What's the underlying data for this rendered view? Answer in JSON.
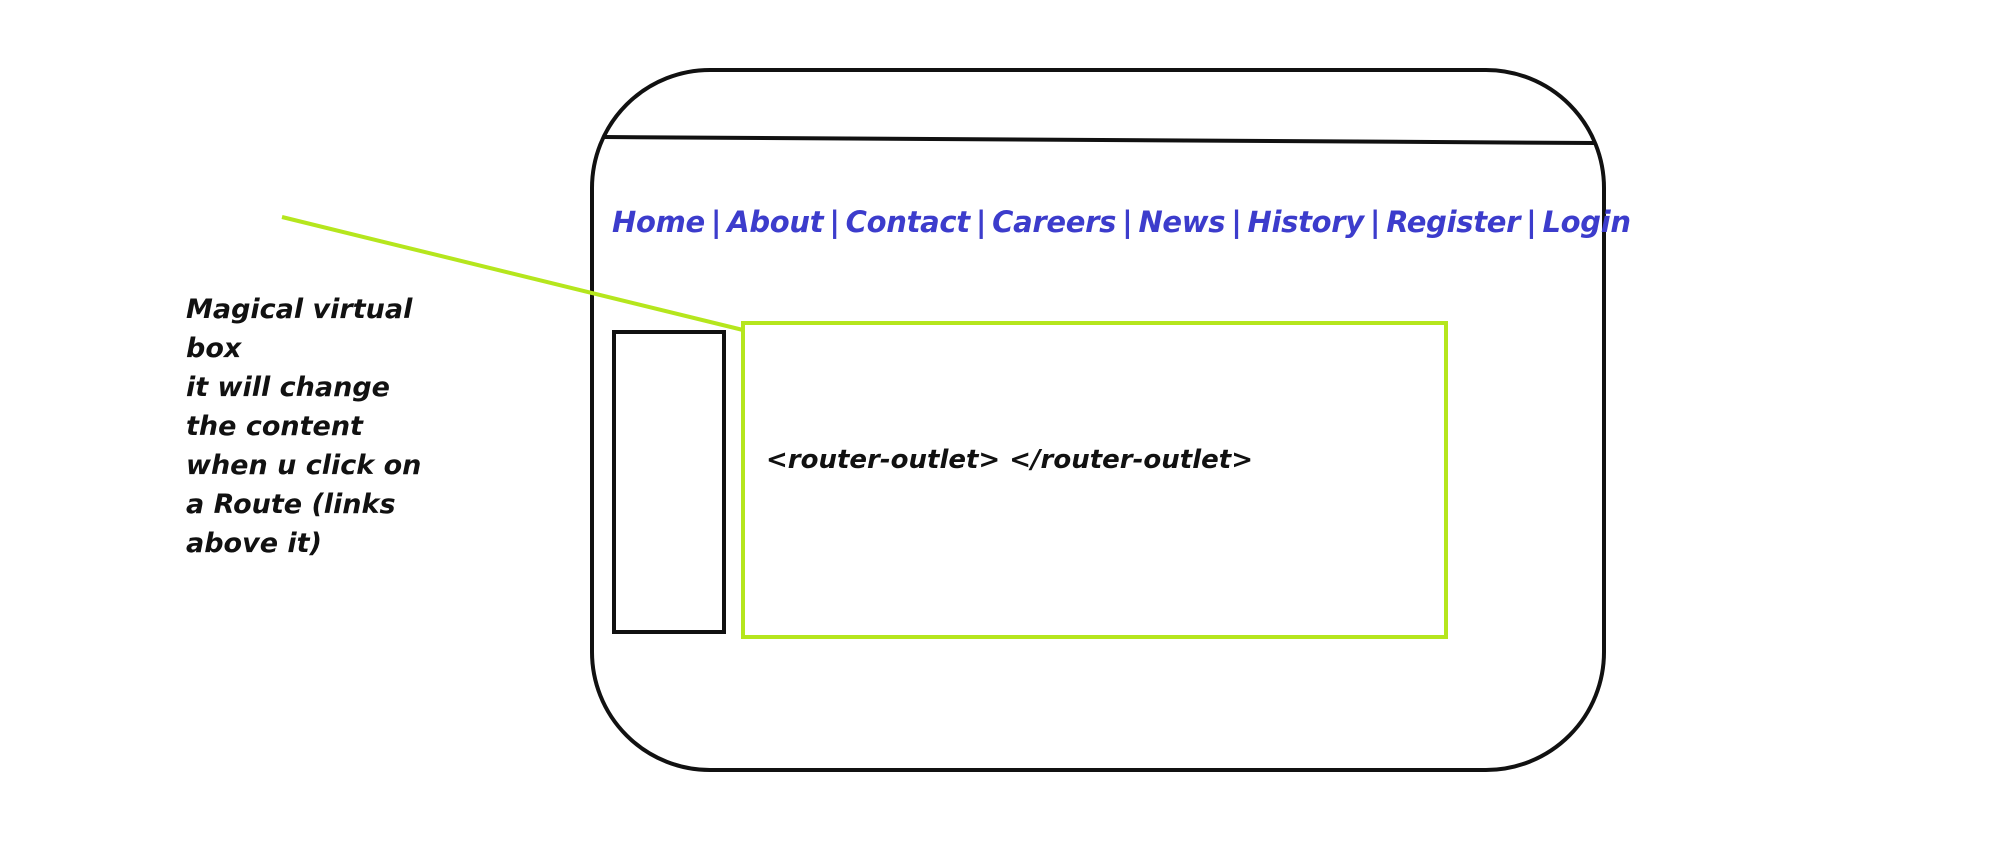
{
  "annotation": {
    "lines": [
      "Magical virtual",
      "box",
      "it will change",
      "the content",
      "when u click on",
      "a Route (links",
      "above it)"
    ]
  },
  "nav": {
    "links": [
      "Home",
      "About",
      "Contact",
      "Careers",
      "News",
      "History",
      "Register",
      "Login"
    ],
    "separator": "|"
  },
  "outlet": {
    "label": "<router-outlet> </router-outlet>"
  },
  "colors": {
    "outline": "#111111",
    "highlight": "#b5e61d",
    "link": "#3c3ccc",
    "text": "#111111"
  }
}
